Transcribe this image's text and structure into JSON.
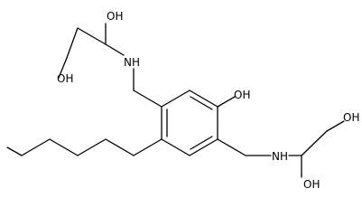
{
  "atom_labels": {
    "oh_top_upper": "OH",
    "oh_top_lower": "OH",
    "nh_upper": "NH",
    "oh_phenol": "OH",
    "nh_lower": "NH",
    "oh_right_upper": "OH",
    "oh_right_lower": "OH"
  }
}
